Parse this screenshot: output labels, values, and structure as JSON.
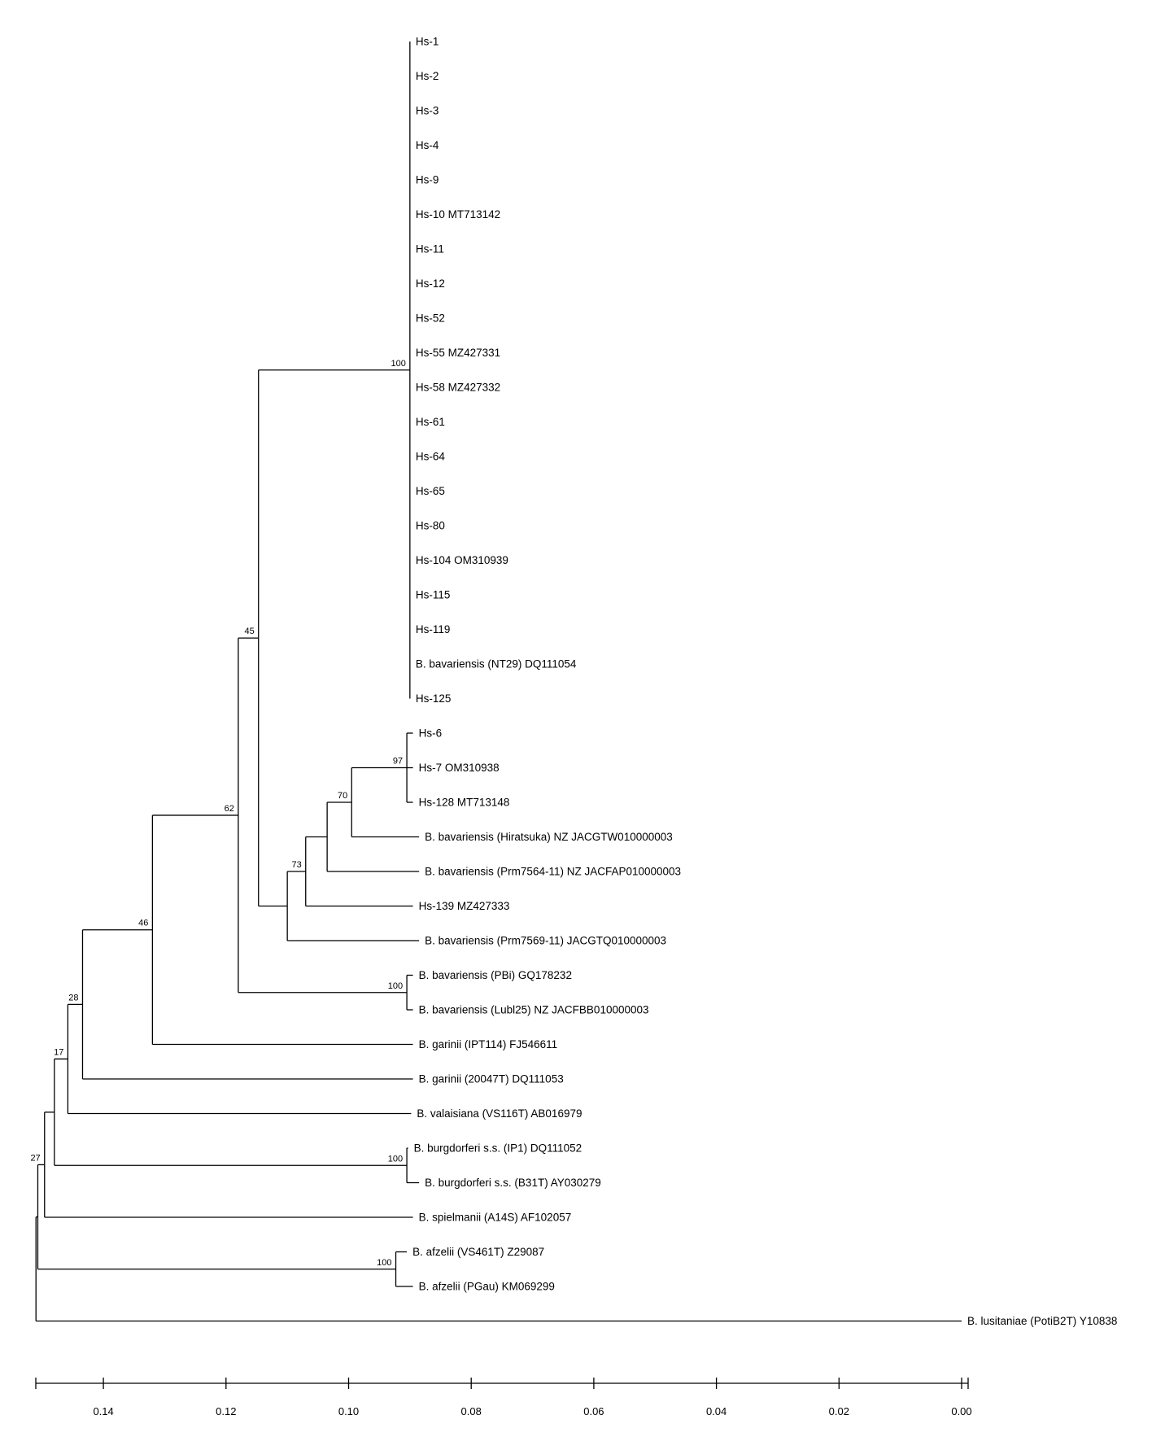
{
  "figure": {
    "kind": "phylogenetic-tree",
    "colors": {
      "line": "#000000",
      "text": "#000000",
      "background": "#ffffff"
    }
  },
  "tree": {
    "d": 0.151,
    "children": [
      {
        "d": 0.1507,
        "children": [
          {
            "support": "27",
            "d": 0.1496,
            "children": [
              {
                "d": 0.148,
                "children": [
                  {
                    "support": "17",
                    "d": 0.1458,
                    "children": [
                      {
                        "support": "28",
                        "d": 0.1434,
                        "children": [
                          {
                            "support": "46",
                            "d": 0.132,
                            "children": [
                              {
                                "support": "62",
                                "d": 0.118,
                                "children": [
                                  {
                                    "support": "45",
                                    "d": 0.1147,
                                    "children": [
                                      {
                                        "support": "100",
                                        "d": 0.09,
                                        "children": [
                                          {
                                            "name": "Hs-1",
                                            "d": 0.09
                                          },
                                          {
                                            "name": "Hs-2",
                                            "d": 0.09
                                          },
                                          {
                                            "name": "Hs-3",
                                            "d": 0.09
                                          },
                                          {
                                            "name": "Hs-4",
                                            "d": 0.09
                                          },
                                          {
                                            "name": "Hs-9",
                                            "d": 0.09
                                          },
                                          {
                                            "name": "Hs-10 MT713142",
                                            "d": 0.09
                                          },
                                          {
                                            "name": "Hs-11",
                                            "d": 0.09
                                          },
                                          {
                                            "name": "Hs-12",
                                            "d": 0.09
                                          },
                                          {
                                            "name": "Hs-52",
                                            "d": 0.09
                                          },
                                          {
                                            "name": "Hs-55 MZ427331",
                                            "d": 0.09
                                          },
                                          {
                                            "name": "Hs-58 MZ427332",
                                            "d": 0.09
                                          },
                                          {
                                            "name": "Hs-61",
                                            "d": 0.09
                                          },
                                          {
                                            "name": "Hs-64",
                                            "d": 0.09
                                          },
                                          {
                                            "name": "Hs-65",
                                            "d": 0.09
                                          },
                                          {
                                            "name": "Hs-80",
                                            "d": 0.09
                                          },
                                          {
                                            "name": "Hs-104 OM310939",
                                            "d": 0.09
                                          },
                                          {
                                            "name": "Hs-115",
                                            "d": 0.09
                                          },
                                          {
                                            "name": "Hs-119",
                                            "d": 0.09
                                          },
                                          {
                                            "name": "B. bavariensis (NT29) DQ111054",
                                            "d": 0.09
                                          },
                                          {
                                            "name": "Hs-125",
                                            "d": 0.09
                                          }
                                        ]
                                      },
                                      {
                                        "d": 0.11,
                                        "children": [
                                          {
                                            "support": "73",
                                            "d": 0.107,
                                            "children": [
                                              {
                                                "d": 0.1035,
                                                "children": [
                                                  {
                                                    "support": "70",
                                                    "d": 0.0995,
                                                    "children": [
                                                      {
                                                        "support": "97",
                                                        "d": 0.0905,
                                                        "children": [
                                                          {
                                                            "name": "Hs-6",
                                                            "d": 0.0895
                                                          },
                                                          {
                                                            "name": "Hs-7 OM310938",
                                                            "d": 0.0895
                                                          },
                                                          {
                                                            "name": "Hs-128 MT713148",
                                                            "d": 0.0895
                                                          }
                                                        ]
                                                      },
                                                      {
                                                        "name": "B. bavariensis (Hiratsuka) NZ JACGTW010000003",
                                                        "d": 0.0885
                                                      }
                                                    ]
                                                  },
                                                  {
                                                    "name": "B. bavariensis (Prm7564-11) NZ JACFAP010000003",
                                                    "d": 0.0885
                                                  }
                                                ]
                                              },
                                              {
                                                "name": "Hs-139 MZ427333",
                                                "d": 0.0895
                                              }
                                            ]
                                          },
                                          {
                                            "name": "B. bavariensis (Prm7569-11) JACGTQ010000003",
                                            "d": 0.0885
                                          }
                                        ]
                                      }
                                    ]
                                  },
                                  {
                                    "support": "100",
                                    "d": 0.0905,
                                    "children": [
                                      {
                                        "name": "B. bavariensis (PBi) GQ178232",
                                        "d": 0.0895
                                      },
                                      {
                                        "name": "B. bavariensis (Lubl25) NZ JACFBB010000003",
                                        "d": 0.0895
                                      }
                                    ]
                                  }
                                ]
                              },
                              {
                                "name": "B. garinii (IPT114) FJ546611",
                                "d": 0.0895
                              }
                            ]
                          },
                          {
                            "name": "B. garinii (20047T) DQ111053",
                            "d": 0.0895
                          }
                        ]
                      },
                      {
                        "name": "B. valaisiana (VS116T) AB016979",
                        "d": 0.0898
                      }
                    ]
                  },
                  {
                    "support": "100",
                    "d": 0.0905,
                    "children": [
                      {
                        "name": "B. burgdorferi s.s. (IP1) DQ111052",
                        "d": 0.0903
                      },
                      {
                        "name": "B. burgdorferi s.s. (B31T) AY030279",
                        "d": 0.0885
                      }
                    ]
                  }
                ]
              },
              {
                "name": "B. spielmanii (A14S) AF102057",
                "d": 0.0895
              }
            ]
          },
          {
            "support": "100",
            "d": 0.0923,
            "children": [
              {
                "name": "B. afzelii (VS461T) Z29087",
                "d": 0.0905
              },
              {
                "name": "B. afzelii (PGau) KM069299",
                "d": 0.0895
              }
            ]
          }
        ]
      },
      {
        "name": "B. lusitaniae (PotiB2T) Y10838",
        "d": 0.0
      }
    ]
  },
  "scale_axis": {
    "tick_labels": [
      "0.14",
      "0.12",
      "0.10",
      "0.08",
      "0.06",
      "0.04",
      "0.02",
      "0.00"
    ],
    "tick_values": [
      0.14,
      0.12,
      0.1,
      0.08,
      0.06,
      0.04,
      0.02,
      0.0
    ]
  }
}
